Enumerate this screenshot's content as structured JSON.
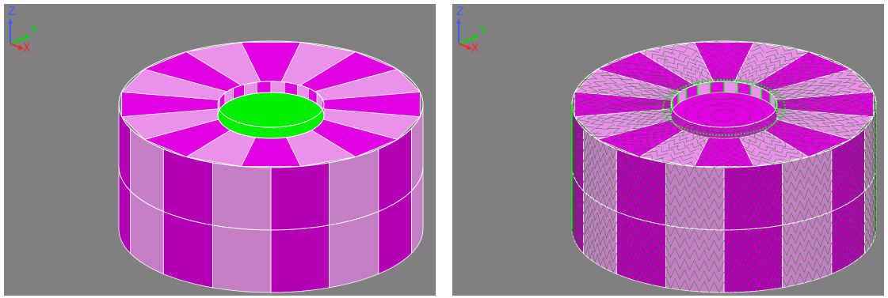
{
  "viewports": [
    {
      "id": "geometry",
      "faces_color_a": "#E100E1",
      "faces_color_b": "#EB91EB",
      "side_color_a": "#B400B4",
      "side_color_b": "#C47FC4",
      "hole_face_color": "#00F000",
      "mesh": false
    },
    {
      "id": "mesh",
      "faces_color_a": "#E100E1",
      "faces_color_b": "#EB91EB",
      "side_color_a": "#B400B4",
      "side_color_b": "#C47FC4",
      "hole_face_color": "#E100E1",
      "mesh": true,
      "mesh_color": "#0A6E0A",
      "mesh_highlight_color": "#00F000"
    }
  ],
  "background_color": "#808080",
  "triad": {
    "z_label": "Z",
    "y_label": "Y",
    "x_label": "X",
    "z_color": "#3A5BFF",
    "y_color": "#00DD00",
    "x_color": "#FF2020"
  }
}
